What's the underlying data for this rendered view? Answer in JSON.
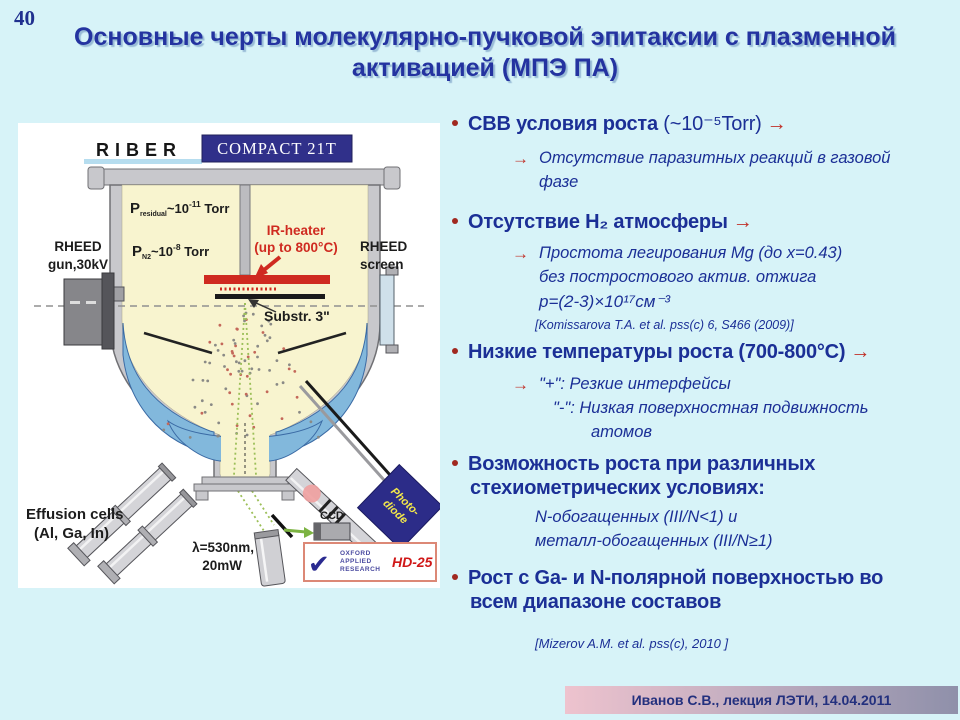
{
  "slide": {
    "number": "40",
    "title_line1": "Основные черты молекулярно-пучковой эпитаксии с плазменной",
    "title_line2": "активацией  (МПЭ ПА)",
    "footer": "Иванов С.В., лекция ЛЭТИ, 14.04.2011",
    "colors": {
      "background": "#d7f3f8",
      "title_navy": "#2433a0",
      "body_navy": "#1b2f96",
      "accent_red": "#c03028",
      "footer_gradient_left": "#eec3ce",
      "footer_gradient_right": "#8f90aa"
    }
  },
  "bullets": {
    "b1": {
      "head_bold": "СВВ условия роста",
      "head_normal": " (~10⁻⁵Torr)",
      "arrow": "→",
      "sub_arrow": "→",
      "sub_line1": "Отсутствие  паразитных  реакций  в газовой",
      "sub_line2": "фазе"
    },
    "b2": {
      "head_bold": "Отсутствие H₂ атмосферы",
      "arrow": "→",
      "sub_arrow": "→",
      "sub_line1": "Простота  легирования  Mg  (до x=0.43)",
      "sub_line2": "без постростового  актив.  отжига",
      "sub_line3": "p=(2-3)×10¹⁷см⁻³",
      "citation": "[Komissarova  T.A.  et al. pss(c) 6,  S466  (2009)]"
    },
    "b3": {
      "head_bold": "Низкие температуры роста (700-800°C)",
      "arrow": "→",
      "sub_arrow": "→",
      "sub_line1": "\"+\": Резкие  интерфейсы",
      "sub_line2": "\"-\": Низкая  поверхностная  подвижность",
      "sub_line3": "атомов"
    },
    "b4": {
      "head_line1": "Возможность роста при различных",
      "head_line2": "стехиометрических условиях:",
      "sub_line1": "N-обогащенных  (III/N<1) и",
      "sub_line2": "металл-обогащенных  (III/N≥1)"
    },
    "b5": {
      "head_line1": "Рост с Ga- и N-полярной поверхностью во",
      "head_line2": "всем диапазоне составов",
      "citation": "[Mizerov A.M. et al. pss(c),  2010 ]"
    }
  },
  "diagram": {
    "riber": "RIBER",
    "model": "COMPACT 21T",
    "p_residual": {
      "p": "P",
      "sub": "residual",
      "mid": "~10",
      "sup": "-11",
      "unit": " Torr"
    },
    "p_n2": {
      "p": "P",
      "sub": "N2",
      "mid": "~10",
      "sup": "-8",
      "unit": " Torr"
    },
    "ir_heater_line1": "IR-heater",
    "ir_heater_line2": "(up to 800°C)",
    "rheed_gun_line1": "RHEED",
    "rheed_gun_line2": "gun,30kV",
    "rheed_screen_line1": "RHEED",
    "rheed_screen_line2": "screen",
    "substrate": "Substr. 3\"",
    "effusion_line1": "Effusion cells",
    "effusion_line2": "(Al, Ga, In)",
    "laser_line1": "λ=530nm,",
    "laser_line2": "20mW",
    "ccd": "CCD",
    "photodiode_line1": "Photo-",
    "photodiode_line2": "diode",
    "oxford_check": "✔",
    "oxford_line1": "OXFORD",
    "oxford_line2": "APPLIED",
    "oxford_line3": "RESEARCH",
    "hd25": "HD-25"
  }
}
